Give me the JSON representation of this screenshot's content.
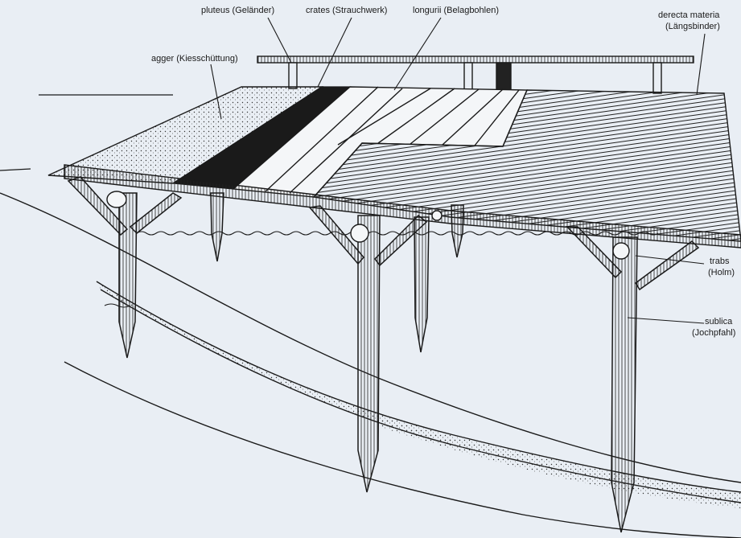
{
  "labels": {
    "pluteus": "pluteus (Geländer)",
    "crates": "crates (Strauchwerk)",
    "longurii": "longurii (Belagbohlen)",
    "derecta_line1": "derecta materia",
    "derecta_line2": "(Längsbinder)",
    "agger": "agger (Kiesschüttung)",
    "trabs_line1": "trabs",
    "trabs_line2": "(Holm)",
    "sublica_line1": "sublica",
    "sublica_line2": "(Jochpfahl)"
  },
  "colors": {
    "background": "#e9eef4",
    "ink": "#1a1a1a",
    "gravel": "#d8dde2"
  }
}
